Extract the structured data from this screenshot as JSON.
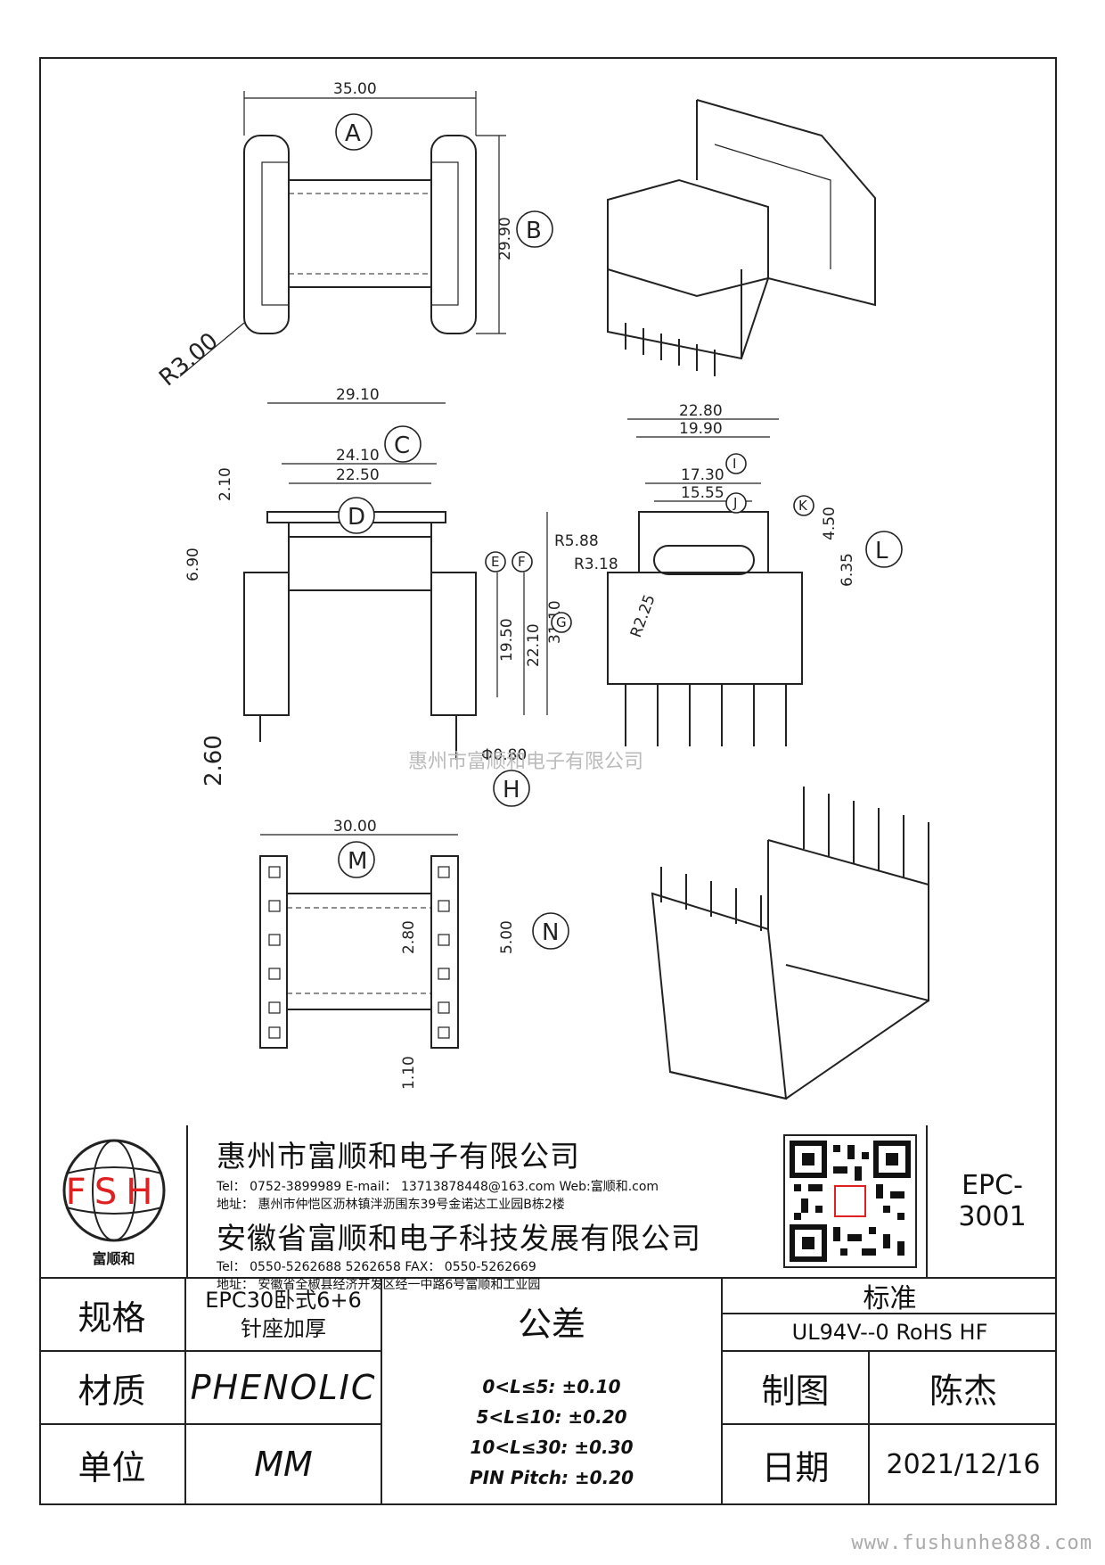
{
  "drawing": {
    "dims": {
      "a": "35.00",
      "b": "29.90",
      "r3": "R3.00",
      "c": "29.10",
      "c2": "24.10",
      "d": "22.50",
      "h1": "2.10",
      "h2": "6.90",
      "e": "19.50",
      "f": "22.10",
      "g": "31.10",
      "pin": "2.60",
      "phi": "Φ0.80",
      "s1": "22.80",
      "s2": "19.90",
      "s3": "17.30",
      "s4": "15.55",
      "r588": "R5.88",
      "r318": "R3.18",
      "r225": "R2.25",
      "k": "4.50",
      "l": "6.35",
      "m": "30.00",
      "n1": "2.80",
      "n2": "5.00",
      "n3": "1.10"
    },
    "labels": [
      "A",
      "B",
      "C",
      "D",
      "E",
      "F",
      "G",
      "H",
      "I",
      "J",
      "K",
      "L",
      "M",
      "N"
    ],
    "watermark": "惠州市富顺和电子有限公司"
  },
  "title_block": {
    "logo_text": "FSH",
    "logo_caption": "富顺和",
    "company1": "惠州市富顺和电子有限公司",
    "company1_contact": "Tel： 0752-3899989  E-mail： 13713878448@163.com  Web:富顺和.com",
    "company1_addr": "地址： 惠州市仲恺区沥林镇泮沥围东39号金诺达工业园B栋2楼",
    "company2": "安徽省富顺和电子科技发展有限公司",
    "company2_contact": "Tel： 0550-5262688  5262658    FAX： 0550-5262669",
    "company2_addr": "地址： 安徽省全椒县经济开发区经一中路6号富顺和工业园",
    "part_no": "EPC-3001",
    "spec_label": "规格",
    "spec_value_1": "EPC30卧式6+6",
    "spec_value_2": "针座加厚",
    "material_label": "材质",
    "material_value": "PHENOLIC",
    "unit_label": "单位",
    "unit_value": "MM",
    "tolerance_label": "公差",
    "tolerances": [
      "0<L≤5: ±0.10",
      "5<L≤10: ±0.20",
      "10<L≤30: ±0.30",
      "PIN Pitch: ±0.20"
    ],
    "standard_label": "标准",
    "standard_value": "UL94V--0  RoHS HF",
    "drawn_label": "制图",
    "drawn_value": "陈杰",
    "date_label": "日期",
    "date_value": "2021/12/16"
  },
  "footer": "www.fushunhe888.com"
}
